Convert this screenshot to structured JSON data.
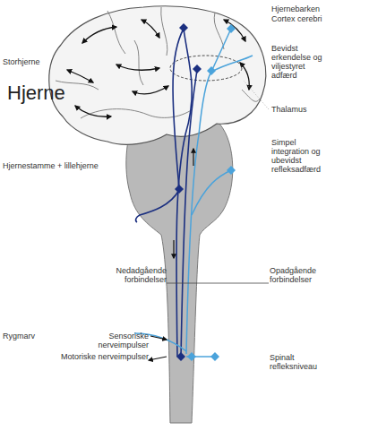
{
  "diagram": {
    "labels": [
      "Hjernebarken",
      "Cortex cerebri",
      "Storhjerne",
      "Bevidst erkendelse og viljestyret adfærd",
      "Hjerne",
      "Thalamus",
      "Simpel integration og ubevidst refleksadfærd",
      "Hjernestamme + lillehjerne",
      "Nedadgående forbindelser",
      "Opadgående forbindelser",
      "Rygmarv",
      "Sensoriske nerveimpulser",
      "Spinalt refleksniveau",
      "Motoriske nerveimpulser"
    ]
  }
}
